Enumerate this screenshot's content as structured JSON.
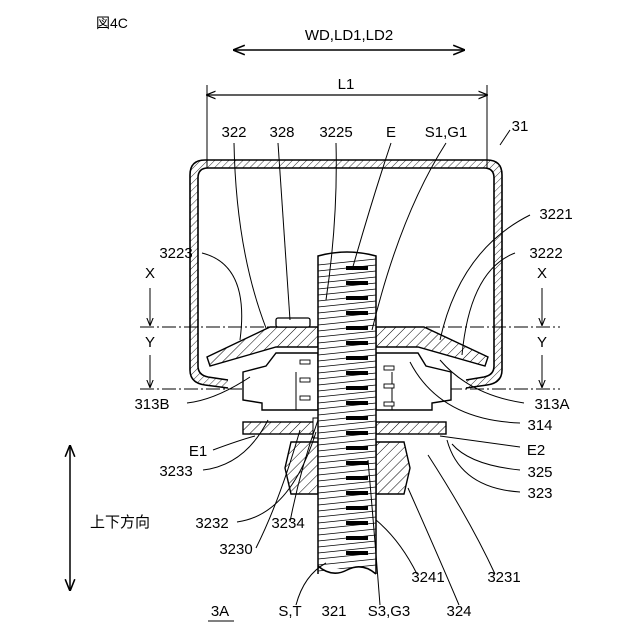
{
  "figure": {
    "title": "図4C",
    "direction_top": "WD,LD1,LD2",
    "width_label": "L1",
    "vertical_direction": "上下方向",
    "assembly_label": "3A"
  },
  "labels": {
    "l322": "322",
    "l328": "328",
    "l3225": "3225",
    "lE": "E",
    "lS1G1": "S1,G1",
    "l31": "31",
    "l3221": "3221",
    "l3223": "3223",
    "l3222": "3222",
    "lX_left": "X",
    "lX_right": "X",
    "lY_left": "Y",
    "lY_right": "Y",
    "l313B": "313B",
    "l313A": "313A",
    "l314": "314",
    "lE1": "E1",
    "lE2": "E2",
    "l3233": "3233",
    "l325": "325",
    "l323": "323",
    "l3232": "3232",
    "l3234": "3234",
    "l3230": "3230",
    "l3241": "3241",
    "l3231": "3231",
    "lST": "S,T",
    "l321": "321",
    "lS3G3": "S3,G3",
    "l324": "324"
  },
  "colors": {
    "ink": "#000000",
    "paper": "#ffffff"
  }
}
